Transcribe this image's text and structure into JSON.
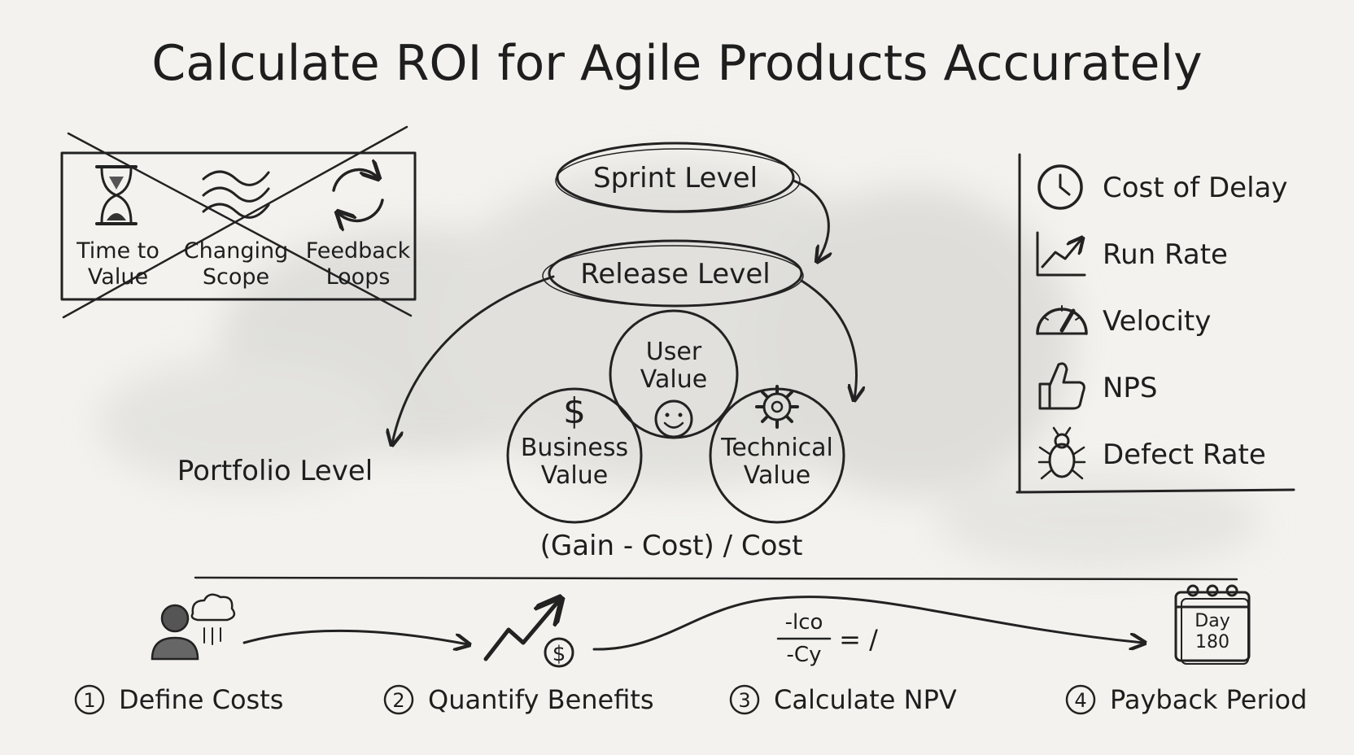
{
  "title": "Calculate ROI for Agile Products Accurately",
  "challenges": {
    "items": [
      {
        "label_line1": "Time to",
        "label_line2": "Value",
        "icon": "hourglass-icon"
      },
      {
        "label_line1": "Changing",
        "label_line2": "Scope",
        "icon": "wave-icon"
      },
      {
        "label_line1": "Feedback",
        "label_line2": "Loops",
        "icon": "cycle-arrows-icon"
      }
    ]
  },
  "levels": {
    "sprint": "Sprint Level",
    "release": "Release Level",
    "portfolio": "Portfolio Level"
  },
  "values": {
    "user_line1": "User",
    "user_line2": "Value",
    "business_line1": "Business",
    "business_line2": "Value",
    "technical_line1": "Technical",
    "technical_line2": "Value",
    "business_symbol": "$"
  },
  "formula": "(Gain - Cost) / Cost",
  "metrics": [
    {
      "label": "Cost of Delay",
      "icon": "clock-icon"
    },
    {
      "label": "Run Rate",
      "icon": "trend-chart-icon"
    },
    {
      "label": "Velocity",
      "icon": "speedometer-icon"
    },
    {
      "label": "NPS",
      "icon": "thumbs-up-icon"
    },
    {
      "label": "Defect Rate",
      "icon": "bug-icon"
    }
  ],
  "steps": [
    {
      "number": "1",
      "label": "Define Costs",
      "icon": "person-cloud-icon"
    },
    {
      "number": "2",
      "label": "Quantify Benefits",
      "icon": "growth-arrow-icon"
    },
    {
      "number": "3",
      "label": "Calculate NPV",
      "icon": "equation-icon"
    },
    {
      "number": "4",
      "label": "Payback Period",
      "icon": "calendar-icon"
    }
  ],
  "npv_formula": {
    "top": "-lco",
    "bottom": "-Cy",
    "rhs": "= /"
  },
  "calendar": {
    "line1": "Day",
    "line2": "180"
  },
  "colors": {
    "ink": "#222222",
    "paper": "#f3f2ee",
    "wash": "#d9d9d6"
  }
}
